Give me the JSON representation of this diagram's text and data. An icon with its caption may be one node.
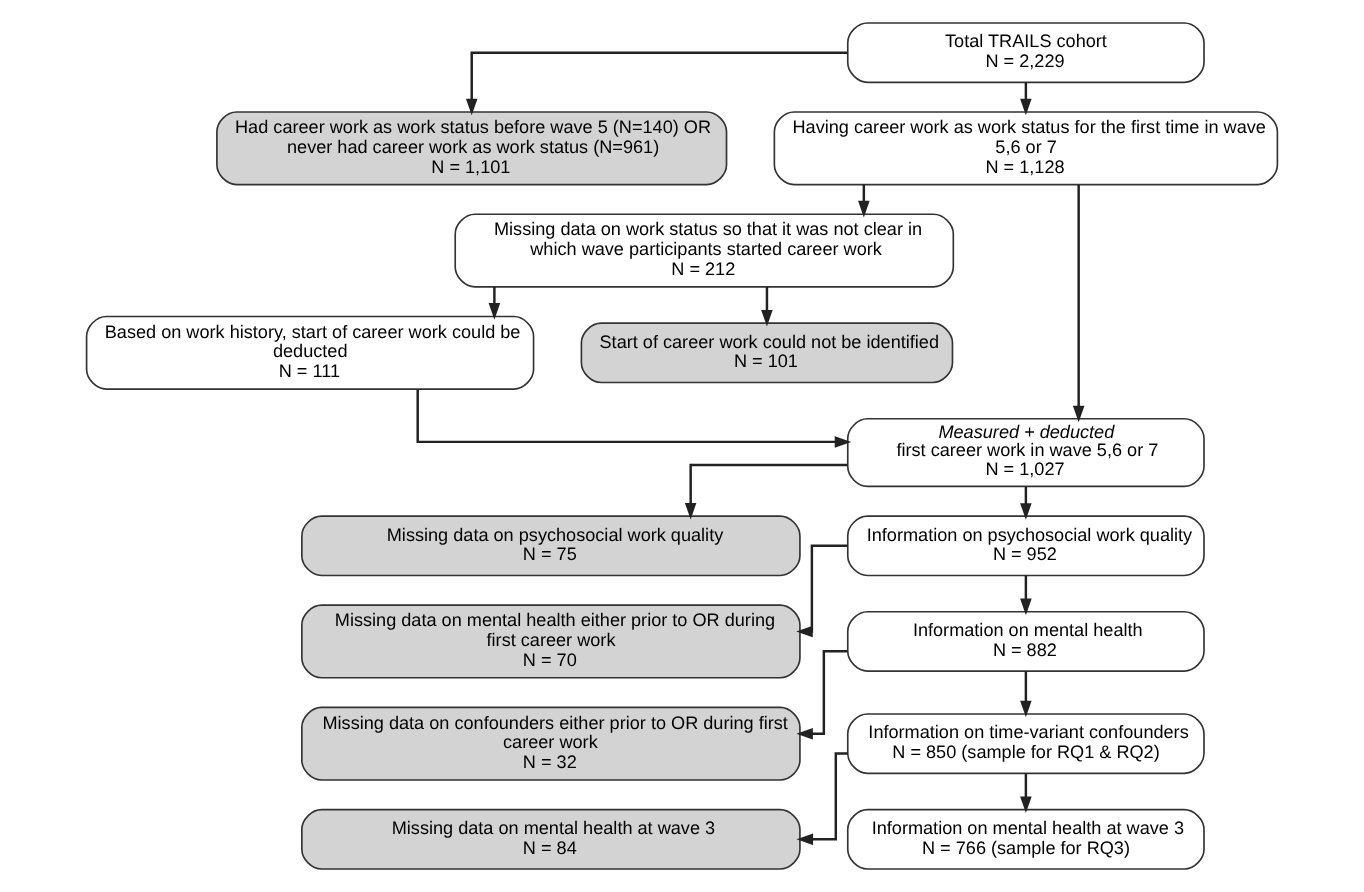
{
  "diagram": {
    "nodes": [
      {
        "text": [
          "Total TRAILS cohort",
          "N = 2,229"
        ]
      },
      {
        "text": [
          "Had career work as work status before wave 5 (N=140) OR never had career work as work status (N=961)",
          "N = 1,101"
        ]
      },
      {
        "text": [
          "Having career work as work status for the first time in wave 5,6 or 7",
          "N = 1,128"
        ]
      },
      {
        "text": [
          "Missing data on work status so that it was not clear in which wave participants started career work",
          "N = 212"
        ]
      },
      {
        "text": [
          "Based on work history, start of career work could be deducted",
          "N = 111"
        ]
      },
      {
        "text": [
          "Start of career work could not be identified",
          "N = 101"
        ]
      },
      {
        "text": [
          "Measured + deducted",
          "first career work in wave 5,6 or 7",
          "N = 1,027"
        ]
      },
      {
        "text": [
          "Missing data on psychosocial work quality",
          "N = 75"
        ]
      },
      {
        "text": [
          "Information on psychosocial work quality",
          "N = 952"
        ]
      },
      {
        "text": [
          "Missing data on mental health either prior to OR during first career work",
          "N = 70"
        ]
      },
      {
        "text": [
          "Information on mental health",
          "N = 882"
        ]
      },
      {
        "text": [
          "Missing data on confounders either prior to OR during first career work",
          "N = 32"
        ]
      },
      {
        "text": [
          "Information on time-variant confounders",
          "N = 850 (sample for RQ1 & RQ2)"
        ]
      },
      {
        "text": [
          "Missing data on mental health at wave 3",
          "N = 84"
        ]
      },
      {
        "text": [
          "Information on mental health at wave 3",
          "N = 766 (sample for RQ3)"
        ]
      }
    ],
    "edges": [
      {
        "from": 0,
        "to": 2,
        "arrow": "to"
      },
      {
        "from": 0,
        "to": 1,
        "arrow": "to"
      },
      {
        "from": 2,
        "to": 6,
        "arrow": "to"
      },
      {
        "from": 2,
        "to": 3,
        "arrow": "to"
      },
      {
        "from": 3,
        "to": 4,
        "arrow": "to"
      },
      {
        "from": 3,
        "to": 5,
        "arrow": "to"
      },
      {
        "from": 4,
        "to": 6,
        "arrow": "to"
      },
      {
        "from": 6,
        "to": 8,
        "arrow": "to"
      },
      {
        "from": 6,
        "to": 7,
        "arrow": "to"
      },
      {
        "from": 8,
        "to": 10,
        "arrow": "to"
      },
      {
        "from": 8,
        "to": 9,
        "arrow": "to"
      },
      {
        "from": 10,
        "to": 12,
        "arrow": "to"
      },
      {
        "from": 10,
        "to": 11,
        "arrow": "to"
      },
      {
        "from": 12,
        "to": 14,
        "arrow": "to"
      },
      {
        "from": 12,
        "to": 13,
        "arrow": "to"
      }
    ]
  }
}
